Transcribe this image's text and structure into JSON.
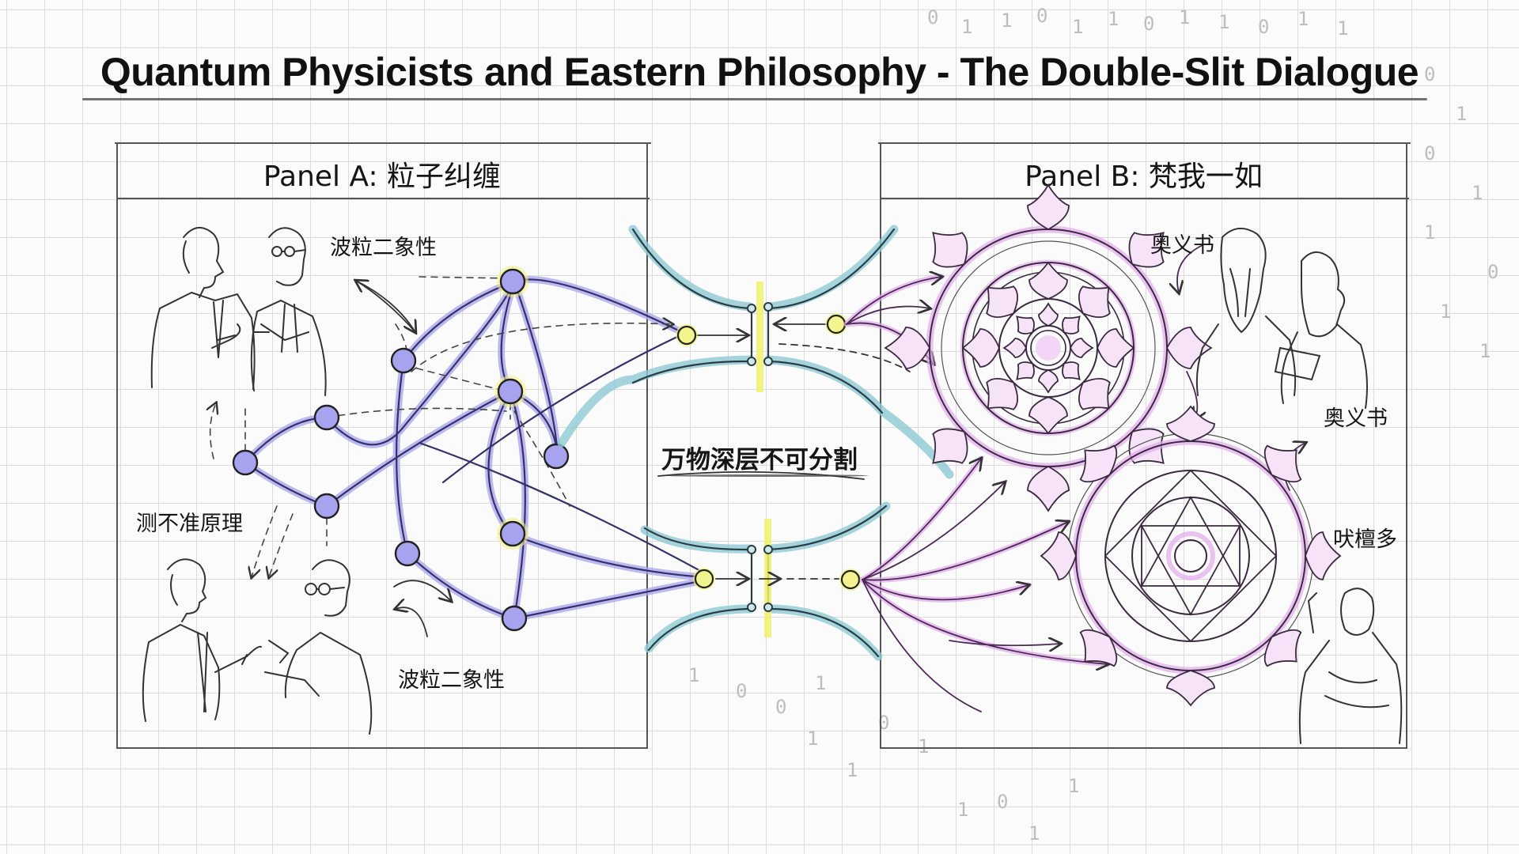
{
  "title": "Quantum Physicists and Eastern Philosophy - The Double-Slit Dialogue",
  "panels": {
    "a": {
      "title": "Panel A: 粒子纠缠",
      "labels": {
        "wave_particle_top": "波粒二象性",
        "uncertainty": "测不准原理",
        "wave_particle_bottom": "波粒二象性"
      },
      "figures": [
        "physicist-pair-top",
        "physicist-pair-bottom"
      ],
      "node_color": "#a8a3ee",
      "line_color": "#8e86e0"
    },
    "center": {
      "label": "万物深层不可分割",
      "wave_color": "#8fcad4",
      "slit_highlight": "#eef06a"
    },
    "b": {
      "title": "Panel B: 梵我一如",
      "labels": {
        "upanishads_top": "奥义书",
        "upanishads_mid": "奥义书",
        "vedanta": "吠檀多"
      },
      "figures": [
        "sage-pair-top",
        "sage-bottom"
      ],
      "mandala_color": "#d89be3"
    }
  },
  "background": {
    "binary_digits": [
      "0",
      "1",
      "1",
      "0",
      "1",
      "1",
      "0",
      "1",
      "1",
      "0",
      "1",
      "1",
      "0",
      "1",
      "0",
      "1",
      "1",
      "0",
      "1",
      "1",
      "1",
      "0",
      "0",
      "1",
      "1",
      "1",
      "0",
      "1",
      "1",
      "0",
      "1",
      "1"
    ]
  }
}
